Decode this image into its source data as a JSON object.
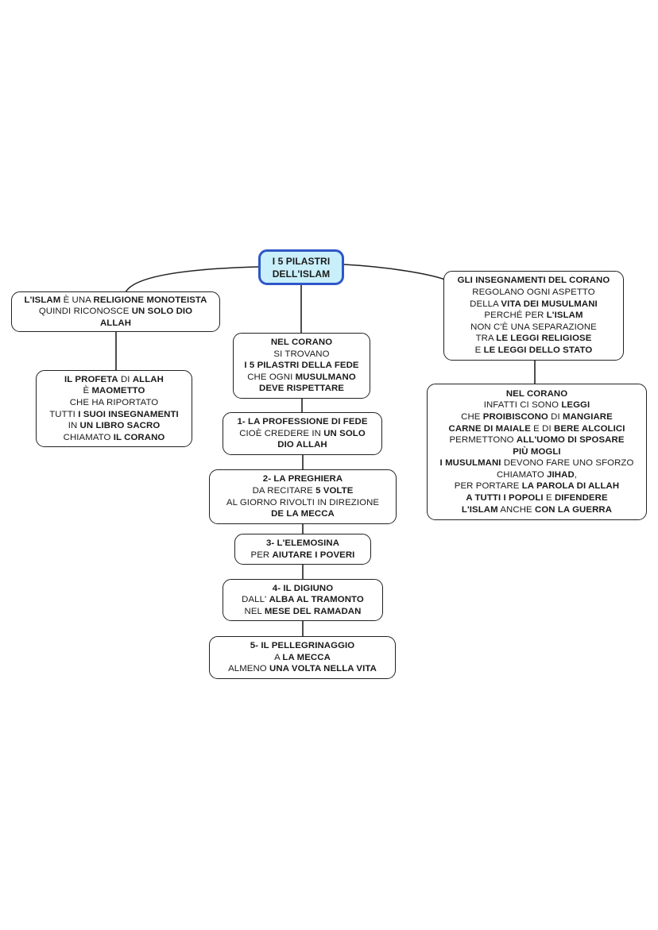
{
  "nodes": {
    "root": {
      "lines": [
        [
          {
            "t": "I 5 PILASTRI",
            "b": true
          }
        ],
        [
          {
            "t": "DELL'ISLAM",
            "b": true
          }
        ]
      ]
    },
    "islam": {
      "lines": [
        [
          {
            "t": "L'ISLAM",
            "b": true
          },
          {
            "t": " È UNA ",
            "b": false
          },
          {
            "t": "RELIGIONE MONOTEISTA",
            "b": true
          }
        ],
        [
          {
            "t": "QUINDI RICONOSCE ",
            "b": false
          },
          {
            "t": "UN SOLO DIO",
            "b": true
          }
        ],
        [
          {
            "t": "ALLAH",
            "b": true
          }
        ]
      ]
    },
    "profeta": {
      "lines": [
        [
          {
            "t": "IL PROFETA",
            "b": true
          },
          {
            "t": " DI ",
            "b": false
          },
          {
            "t": "ALLAH",
            "b": true
          }
        ],
        [
          {
            "t": "È ",
            "b": false
          },
          {
            "t": "MAOMETTO",
            "b": true
          }
        ],
        [
          {
            "t": "CHE HA RIPORTATO",
            "b": false
          }
        ],
        [
          {
            "t": "TUTTI ",
            "b": false
          },
          {
            "t": "I SUOI INSEGNAMENTI",
            "b": true
          }
        ],
        [
          {
            "t": "IN ",
            "b": false
          },
          {
            "t": "UN LIBRO SACRO",
            "b": true
          }
        ],
        [
          {
            "t": "CHIAMATO ",
            "b": false
          },
          {
            "t": "IL CORANO",
            "b": true
          }
        ]
      ]
    },
    "corano_center": {
      "lines": [
        [
          {
            "t": "NEL CORANO",
            "b": true
          }
        ],
        [
          {
            "t": "SI TROVANO",
            "b": false
          }
        ],
        [
          {
            "t": "I 5 PILASTRI DELLA FEDE",
            "b": true
          }
        ],
        [
          {
            "t": "CHE OGNI ",
            "b": false
          },
          {
            "t": "MUSULMANO",
            "b": true
          }
        ],
        [
          {
            "t": "DEVE RISPETTARE",
            "b": true
          }
        ]
      ]
    },
    "pillar1": {
      "lines": [
        [
          {
            "t": "1- LA PROFESSIONE DI FEDE",
            "b": true
          }
        ],
        [
          {
            "t": "CIOÈ CREDERE IN ",
            "b": false
          },
          {
            "t": "UN SOLO",
            "b": true
          }
        ],
        [
          {
            "t": "DIO ALLAH",
            "b": true
          }
        ]
      ]
    },
    "pillar2": {
      "lines": [
        [
          {
            "t": "2- LA PREGHIERA",
            "b": true
          }
        ],
        [
          {
            "t": "DA RECITARE ",
            "b": false
          },
          {
            "t": "5 VOLTE",
            "b": true
          }
        ],
        [
          {
            "t": "AL GIORNO RIVOLTI IN DIREZIONE",
            "b": false
          }
        ],
        [
          {
            "t": "DE LA MECCA",
            "b": true
          }
        ]
      ]
    },
    "pillar3": {
      "lines": [
        [
          {
            "t": "3- L'ELEMOSINA",
            "b": true
          }
        ],
        [
          {
            "t": "PER ",
            "b": false
          },
          {
            "t": "AIUTARE I POVERI",
            "b": true
          }
        ]
      ]
    },
    "pillar4": {
      "lines": [
        [
          {
            "t": "4- IL DIGIUNO",
            "b": true
          }
        ],
        [
          {
            "t": "DALL' ",
            "b": false
          },
          {
            "t": "ALBA AL TRAMONTO",
            "b": true
          }
        ],
        [
          {
            "t": "NEL ",
            "b": false
          },
          {
            "t": "MESE DEL RAMADAN",
            "b": true
          }
        ]
      ]
    },
    "pillar5": {
      "lines": [
        [
          {
            "t": "5- IL PELLEGRINAGGIO",
            "b": true
          }
        ],
        [
          {
            "t": "A ",
            "b": false
          },
          {
            "t": "LA MECCA",
            "b": true
          }
        ],
        [
          {
            "t": "ALMENO ",
            "b": false
          },
          {
            "t": "UNA VOLTA NELLA VITA",
            "b": true
          }
        ]
      ]
    },
    "insegnamenti": {
      "lines": [
        [
          {
            "t": "GLI INSEGNAMENTI DEL CORANO",
            "b": true
          }
        ],
        [
          {
            "t": "REGOLANO OGNI ASPETTO",
            "b": false
          }
        ],
        [
          {
            "t": "DELLA ",
            "b": false
          },
          {
            "t": "VITA DEI MUSULMANI",
            "b": true
          }
        ],
        [
          {
            "t": "PERCHÉ PER ",
            "b": false
          },
          {
            "t": "L'ISLAM",
            "b": true
          }
        ],
        [
          {
            "t": "NON C'È UNA SEPARAZIONE",
            "b": false
          }
        ],
        [
          {
            "t": "TRA ",
            "b": false
          },
          {
            "t": "LE LEGGI RELIGIOSE",
            "b": true
          }
        ],
        [
          {
            "t": "E ",
            "b": false
          },
          {
            "t": "LE LEGGI DELLO STATO",
            "b": true
          }
        ]
      ]
    },
    "corano_right": {
      "lines": [
        [
          {
            "t": "NEL CORANO",
            "b": true
          }
        ],
        [
          {
            "t": "INFATTI CI SONO ",
            "b": false
          },
          {
            "t": "LEGGI",
            "b": true
          }
        ],
        [
          {
            "t": "CHE ",
            "b": false
          },
          {
            "t": "PROIBISCONO",
            "b": true
          },
          {
            "t": " DI ",
            "b": false
          },
          {
            "t": "MANGIARE",
            "b": true
          }
        ],
        [
          {
            "t": "CARNE DI MAIALE",
            "b": true
          },
          {
            "t": " E DI ",
            "b": false
          },
          {
            "t": "BERE ALCOLICI",
            "b": true
          }
        ],
        [
          {
            "t": "PERMETTONO ",
            "b": false
          },
          {
            "t": "ALL'UOMO DI SPOSARE",
            "b": true
          }
        ],
        [
          {
            "t": "PIÙ MOGLI",
            "b": true
          }
        ],
        [
          {
            "t": "I MUSULMANI",
            "b": true
          },
          {
            "t": " DEVONO FARE UNO SFORZO",
            "b": false
          }
        ],
        [
          {
            "t": "CHIAMATO ",
            "b": false
          },
          {
            "t": "JIHAD",
            "b": true
          },
          {
            "t": ",",
            "b": false
          }
        ],
        [
          {
            "t": "PER PORTARE ",
            "b": false
          },
          {
            "t": "LA PAROLA DI ALLAH",
            "b": true
          }
        ],
        [
          {
            "t": "A TUTTI I POPOLI",
            "b": true
          },
          {
            "t": " E ",
            "b": false
          },
          {
            "t": "DIFENDERE",
            "b": true
          }
        ],
        [
          {
            "t": "L'ISLAM",
            "b": true
          },
          {
            "t": " ANCHE ",
            "b": false
          },
          {
            "t": "CON LA GUERRA",
            "b": true
          }
        ]
      ]
    }
  },
  "colors": {
    "root_fill": "#c9effb",
    "root_border": "#2e57c8",
    "line": "#222222"
  }
}
